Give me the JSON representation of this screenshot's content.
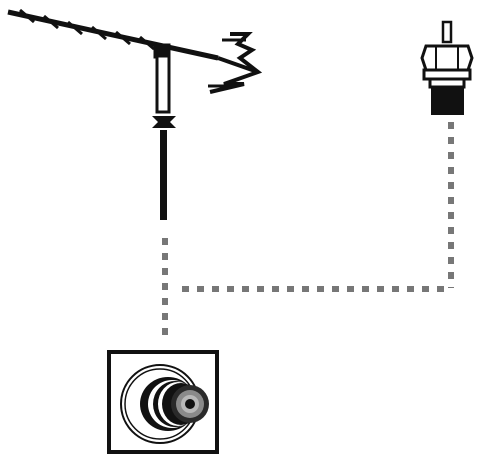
{
  "diagram": {
    "components": [
      {
        "id": "antenna",
        "icon": "tv-antenna-icon"
      },
      {
        "id": "connector",
        "icon": "rf-f-connector-icon"
      },
      {
        "id": "wall-socket",
        "icon": "coaxial-wall-socket-icon"
      }
    ],
    "connections": [
      {
        "from": "antenna",
        "to": "wall-socket",
        "style": "dotted"
      },
      {
        "from": "connector",
        "to": "wall-socket",
        "style": "dotted"
      }
    ]
  },
  "colors": {
    "line": "#111111",
    "dotted_cable": "#777777",
    "background": "#ffffff"
  }
}
